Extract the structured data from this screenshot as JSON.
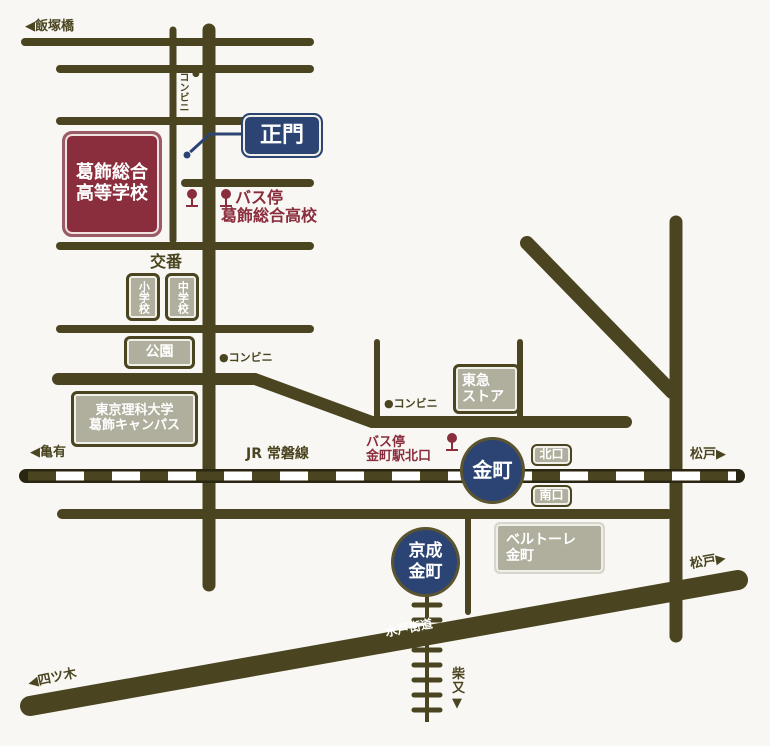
{
  "directions": {
    "iizukabashi": "◀飯塚橋",
    "kameari": "◀亀有",
    "matsudo1": "松戸▶",
    "matsudo2": "松戸▶",
    "yotsugi": "◀四ツ木",
    "shibamata": "柴又▼"
  },
  "school": {
    "line1": "葛飾総合",
    "line2": "高等学校"
  },
  "main_gate": "正門",
  "bus_stop_school": {
    "line1": "バス停",
    "line2": "葛飾総合高校"
  },
  "bus_stop_station": {
    "line1": "バス停",
    "line2": "金町駅北口"
  },
  "koban": "交番",
  "elementary": "小学校",
  "junior_high": "中学校",
  "park": "公園",
  "konbini": [
    "コンビニ",
    "●コンビニ",
    "●コンビニ"
  ],
  "tus": {
    "line1": "東京理科大学",
    "line2": "葛飾キャンパス"
  },
  "tokyu": {
    "line1": "東急",
    "line2": "ストア"
  },
  "jr_line": "JR 常磐線",
  "kanamachi": "金町",
  "north_exit": "北口",
  "south_exit": "南口",
  "keisei": {
    "line1": "京成",
    "line2": "金町"
  },
  "verte": {
    "line1": "ベルトーレ",
    "line2": "金町"
  },
  "mito_kaido": "水戸街道",
  "colors": {
    "road": "#4a4520",
    "school": "#8a2d3d",
    "station": "#2b4474",
    "landmark": "#b0ae9c"
  }
}
